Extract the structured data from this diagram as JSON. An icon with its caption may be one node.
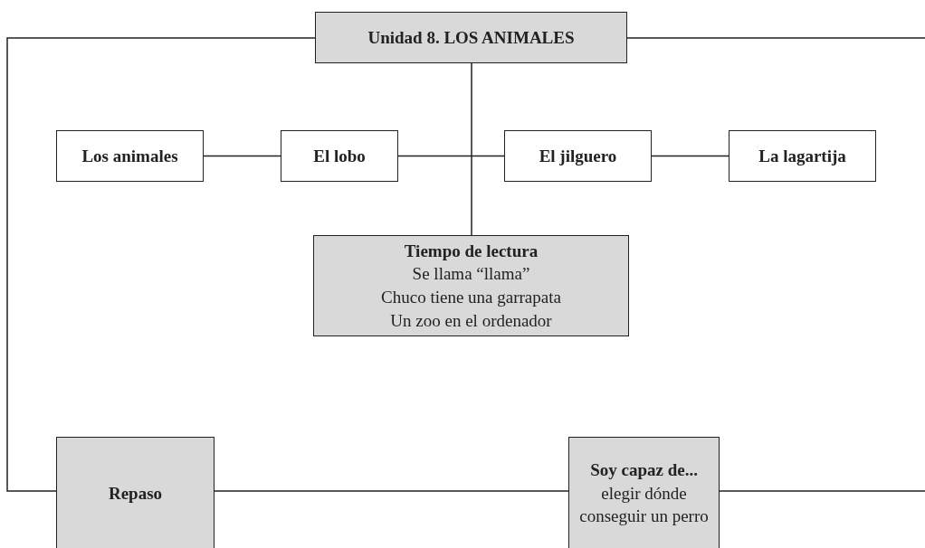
{
  "diagram": {
    "nodes": [
      {
        "text": [
          "Unidad 8. LOS ANIMALES"
        ]
      },
      {
        "text": [
          "Los animales"
        ]
      },
      {
        "text": [
          "El lobo"
        ]
      },
      {
        "text": [
          "El jilguero"
        ]
      },
      {
        "text": [
          "La lagartija"
        ]
      },
      {
        "text": [
          "Tiempo de lectura",
          "Se llama “llama”",
          "Chuco tiene una garrapata",
          "Un zoo en el ordenador"
        ]
      },
      {
        "text": [
          "Repaso"
        ]
      },
      {
        "text": [
          "Soy capaz de...",
          "elegir dónde conseguir un perro"
        ]
      }
    ],
    "edges": [
      {
        "from": 0,
        "to": 6,
        "arrow": "none"
      },
      {
        "from": 0,
        "to": 5,
        "arrow": "none"
      },
      {
        "from": 1,
        "to": 2,
        "arrow": "none"
      },
      {
        "from": 2,
        "to": 3,
        "arrow": "none"
      },
      {
        "from": 3,
        "to": 4,
        "arrow": "none"
      },
      {
        "from": 6,
        "to": 7,
        "arrow": "none"
      },
      {
        "from": 0,
        "to": null,
        "arrow": "none"
      },
      {
        "from": 7,
        "to": null,
        "arrow": "none"
      }
    ]
  }
}
